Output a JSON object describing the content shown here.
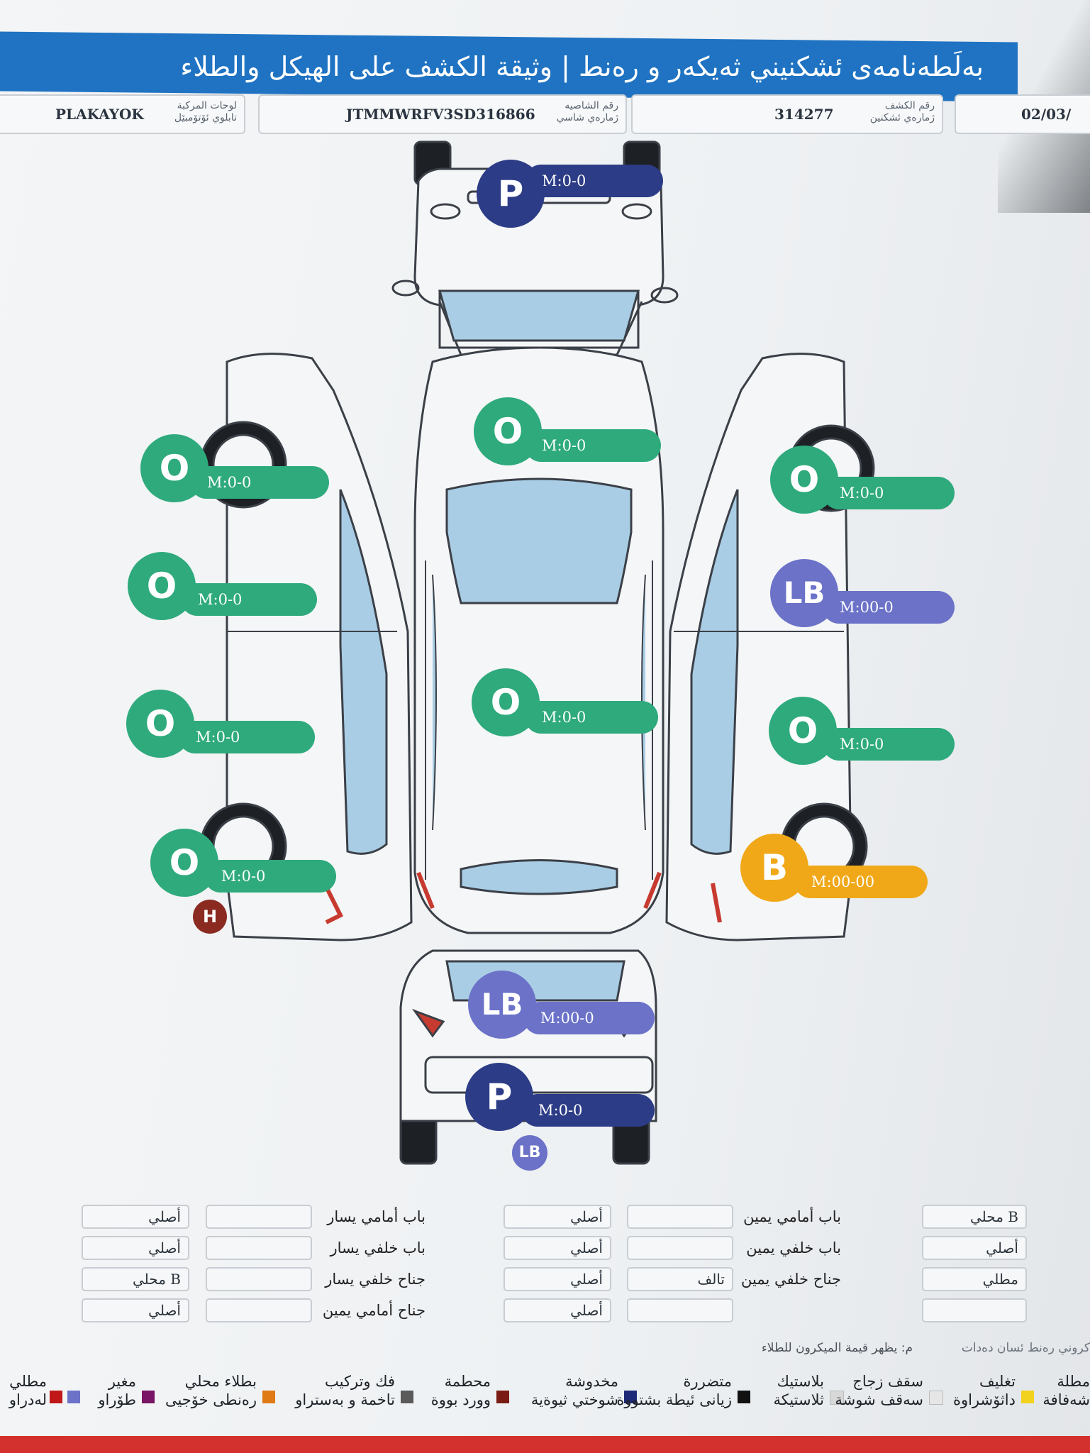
{
  "header": {
    "title": "بەلَطەنامەی ئشكنيني ثەيكەر و رەنط | وثيقة الكشف على الهيكل والطلاء"
  },
  "info": {
    "plate": {
      "label_ar": "لوحات المركبة",
      "label_ku": "تابلوي ئۆتۆمبێل",
      "value": "PLAKAYOK"
    },
    "chassis": {
      "label_ar": "رقم الشاصيه",
      "label_ku": "ژمارەي شاسي",
      "value": "JTMMWRFV3SD316866"
    },
    "inspection": {
      "label_ar": "رقم الكشف",
      "label_ku": "ژمارەي ئشكنين",
      "value": "314277"
    },
    "date": {
      "value": "02/03/"
    }
  },
  "markers": [
    {
      "id": "front-bumper",
      "code": "P",
      "reading": "M:0-0",
      "color": "#2c3c86"
    },
    {
      "id": "hood",
      "code": "O",
      "reading": "M:0-0",
      "color": "#2eaa7c"
    },
    {
      "id": "roof",
      "code": "O",
      "reading": "M:0-0",
      "color": "#2eaa7c"
    },
    {
      "id": "left-front-fender",
      "code": "O",
      "reading": "M:0-0",
      "color": "#2eaa7c"
    },
    {
      "id": "left-front-door",
      "code": "O",
      "reading": "M:0-0",
      "color": "#2eaa7c"
    },
    {
      "id": "left-rear-door",
      "code": "O",
      "reading": "M:0-0",
      "color": "#2eaa7c"
    },
    {
      "id": "left-rear-fender",
      "code": "O",
      "reading": "M:0-0",
      "color": "#2eaa7c"
    },
    {
      "id": "right-front-fender",
      "code": "O",
      "reading": "M:0-0",
      "color": "#2eaa7c"
    },
    {
      "id": "right-front-door",
      "code": "LB",
      "reading": "M:00-0",
      "color": "#6b72c8"
    },
    {
      "id": "right-rear-door",
      "code": "O",
      "reading": "M:0-0",
      "color": "#2eaa7c"
    },
    {
      "id": "right-rear-fender",
      "code": "B",
      "reading": "M:00-00",
      "color": "#f0a818"
    },
    {
      "id": "trunk",
      "code": "LB",
      "reading": "M:00-0",
      "color": "#6b72c8"
    },
    {
      "id": "rear-bumper",
      "code": "P",
      "reading": "M:0-0",
      "color": "#2c3c86"
    }
  ],
  "extra_badges": [
    {
      "id": "h-badge",
      "code": "H",
      "color": "#8a2a20"
    },
    {
      "id": "lb-small-badge",
      "code": "LB",
      "color": "#6b72c8"
    }
  ],
  "table": {
    "rows": [
      {
        "right_value": "B محلي",
        "right_part": "باب أمامي يمين",
        "right_status": "",
        "right_cond": "أصلي",
        "left_part": "باب أمامي يسار",
        "left_status": "",
        "left_cond": "أصلي"
      },
      {
        "right_value": "أصلي",
        "right_part": "باب خلفي يمين",
        "right_status": "",
        "right_cond": "أصلي",
        "left_part": "باب خلفي يسار",
        "left_status": "",
        "left_cond": "أصلي"
      },
      {
        "right_value": "مطلي",
        "right_part": "جناح خلفي يمين",
        "right_status": "تالف",
        "right_cond": "أصلي",
        "left_part": "جناح خلفي يسار",
        "left_status": "",
        "left_cond": "B محلي"
      },
      {
        "right_value": "",
        "right_part": "",
        "right_status": "",
        "right_cond": "أصلي",
        "left_part": "جناح أمامي يمين",
        "left_status": "",
        "left_cond": "أصلي"
      }
    ]
  },
  "note": {
    "left": "م: يظهر قيمة الميكرون للطلاء",
    "right": "كروني رەنط ئسان دەدات"
  },
  "legend": [
    {
      "ar": "مطلة",
      "ku": "شەفافة",
      "color": "#f2d21c"
    },
    {
      "ar": "تغليف",
      "ku": "داثۆشراوة",
      "color": "#e6e6e6"
    },
    {
      "ar": "سقف زجاج",
      "ku": "سەقف شوشة",
      "color": "#d8d8d8"
    },
    {
      "ar": "بلاستيك",
      "ku": "ثلاستيكة",
      "color": "#111111"
    },
    {
      "ar": "متضررة",
      "ku": "زيانی ئيطة بشتووة",
      "color": "#1e2a78"
    },
    {
      "ar": "مخدوشة",
      "ku": "شوختي ثيوةية",
      "color": "#7a1c14"
    },
    {
      "ar": "محطمة",
      "ku": "وورد بووة",
      "color": "#5a5a5a"
    },
    {
      "ar": "فك وتركيب",
      "ku": "تاخمة و بەستراو",
      "color": "#e07a14"
    },
    {
      "ar": "بطلاء محلي",
      "ku": "رەنطی خۆجيی",
      "color": "#7a1464"
    },
    {
      "ar": "مغير",
      "ku": "طۆراو",
      "color": "#6b72c8"
    },
    {
      "ar": "مطلي",
      "ku": "لەدراو",
      "color": "#c01818"
    }
  ]
}
